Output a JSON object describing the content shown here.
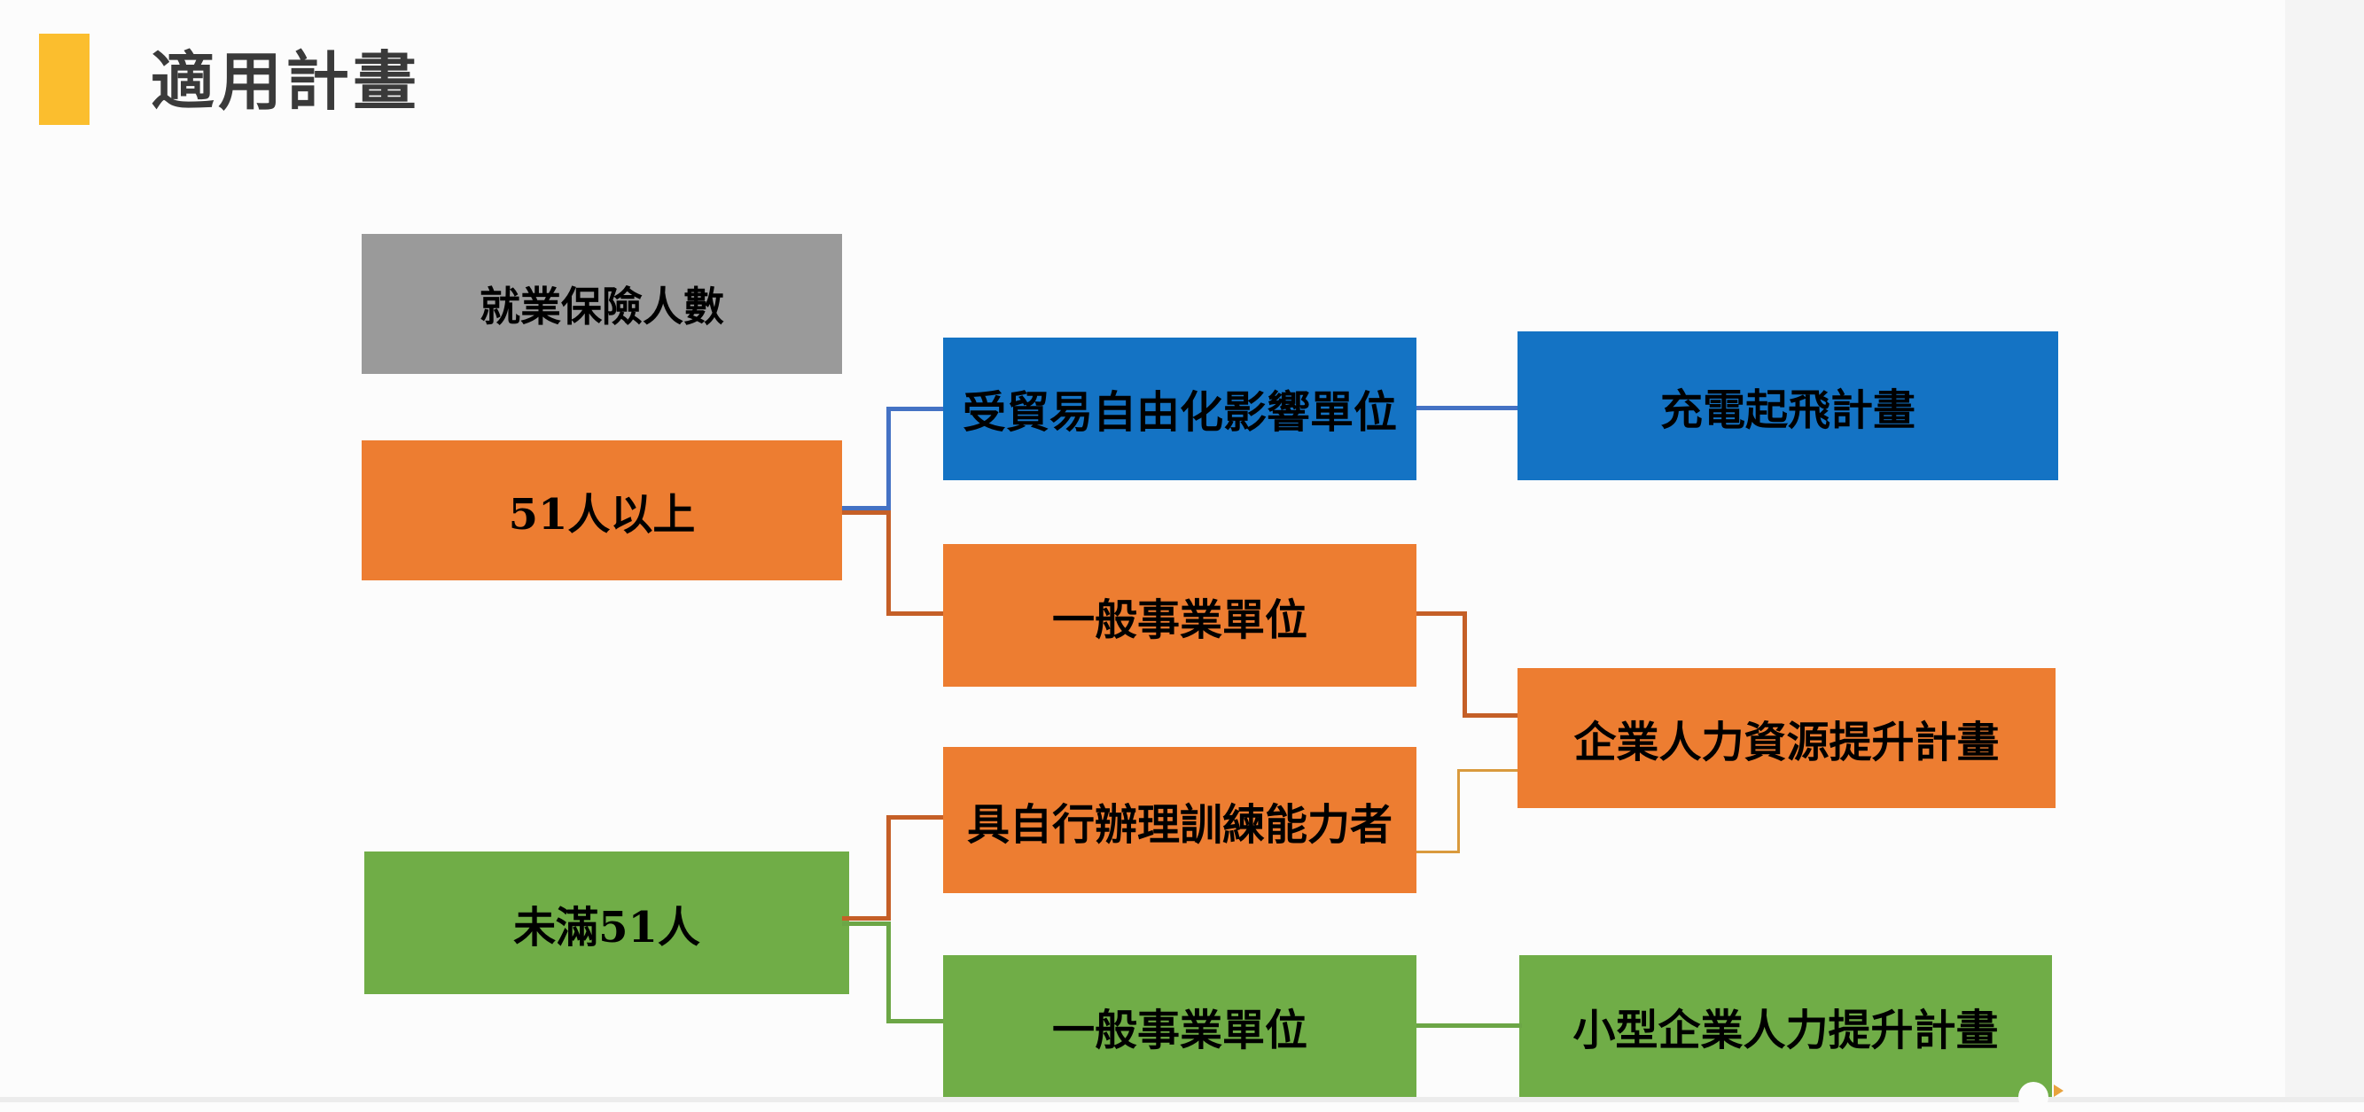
{
  "title": {
    "text": "適用計畫"
  },
  "colors": {
    "title_accent": "#FBBE2E",
    "title_text": "#3A3A3A",
    "node_gray": "#9A9A9A",
    "node_orange": "#ED7D31",
    "node_blue": "#1473C4",
    "node_green": "#70AD47",
    "line_blue": "#4472C4",
    "line_orange": "#C55F27",
    "line_gold": "#D99A3D",
    "line_green": "#6CA646",
    "label_text": "#000000",
    "background": "#FCFCFC"
  },
  "diagram": {
    "nodes": {
      "insured": {
        "label": "就業保險人數",
        "color": "gray"
      },
      "over51": {
        "label": "51人以上",
        "color": "orange"
      },
      "under51": {
        "label": "未滿51人",
        "color": "green"
      },
      "trade": {
        "label": "受貿易自由化影響單位",
        "color": "blue"
      },
      "general_a": {
        "label": "一般事業單位",
        "color": "orange"
      },
      "selftrain": {
        "label": "具自行辦理訓練能力者",
        "color": "orange"
      },
      "general_b": {
        "label": "一般事業單位",
        "color": "green"
      },
      "charge": {
        "label": "充電起飛計畫",
        "color": "blue"
      },
      "enterprise": {
        "label": "企業人力資源提升計畫",
        "color": "orange"
      },
      "small": {
        "label": "小型企業人力提升計畫",
        "color": "green"
      }
    },
    "edges": [
      {
        "from": "over51",
        "to": "trade",
        "line_color": "blue"
      },
      {
        "from": "over51",
        "to": "general_a",
        "line_color": "orange"
      },
      {
        "from": "trade",
        "to": "charge",
        "line_color": "blue"
      },
      {
        "from": "general_a",
        "to": "enterprise",
        "line_color": "orange"
      },
      {
        "from": "selftrain",
        "to": "enterprise",
        "line_color": "gold"
      },
      {
        "from": "under51",
        "to": "selftrain",
        "line_color": "orange"
      },
      {
        "from": "under51",
        "to": "general_b",
        "line_color": "green"
      },
      {
        "from": "general_b",
        "to": "small",
        "line_color": "green"
      }
    ]
  }
}
